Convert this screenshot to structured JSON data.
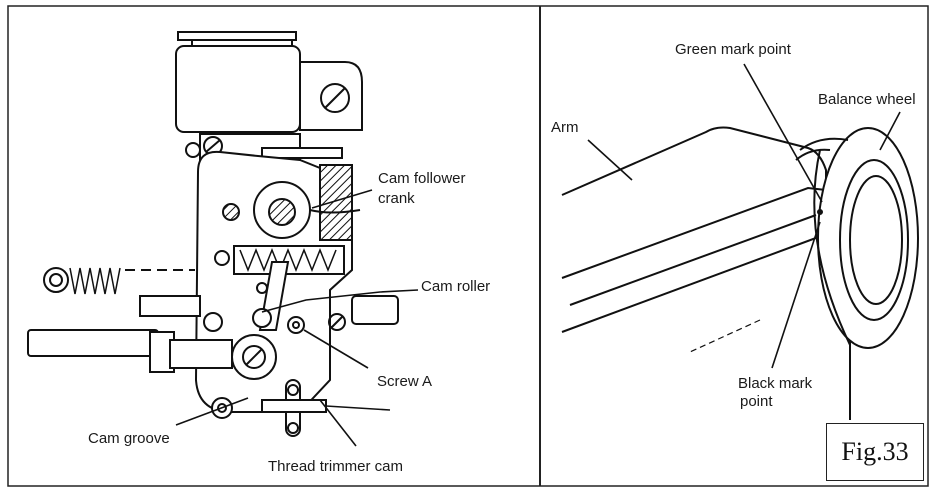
{
  "labels": {
    "cam_follower_crank_l1": "Cam follower",
    "cam_follower_crank_l2": "crank",
    "cam_roller": "Cam roller",
    "screw_a": "Screw A",
    "cam_groove": "Cam groove",
    "thread_trimmer_cam": "Thread trimmer cam",
    "green_mark_point": "Green mark point",
    "balance_wheel": "Balance wheel",
    "arm": "Arm",
    "black_mark_point_l1": "Black mark",
    "black_mark_point_l2": "point"
  },
  "figure_label": "Fig.33"
}
